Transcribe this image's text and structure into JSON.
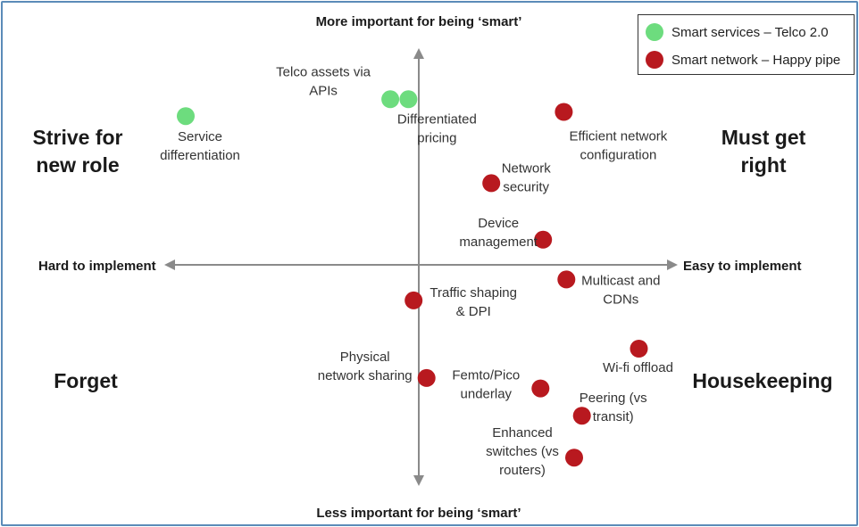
{
  "chart_data": {
    "type": "scatter",
    "axes": {
      "top": "More important for being ‘smart’",
      "bottom": "Less important for being ‘smart’",
      "left": "Hard to implement",
      "right": "Easy to implement"
    },
    "quadrants": {
      "top_left": [
        "Strive for",
        "new role"
      ],
      "top_right": [
        "Must get",
        "right"
      ],
      "bottom_left": [
        "Forget"
      ],
      "bottom_right": [
        "Housekeeping"
      ]
    },
    "legend_position": "top-right",
    "series": [
      {
        "name": "Smart services – Telco 2.0",
        "color": "#6ddc7e",
        "points": [
          {
            "label": [
              "Service",
              "differentiation"
            ],
            "x": -9.0,
            "y": 7.1
          },
          {
            "label": [
              "Telco assets via",
              "APIs"
            ],
            "x": -1.1,
            "y": 7.9
          },
          {
            "label": [
              "Differentiated",
              "pricing"
            ],
            "x": -0.4,
            "y": 7.9
          }
        ]
      },
      {
        "name": "Smart network – Happy pipe",
        "color": "#b8191f",
        "points": [
          {
            "label": [
              "Efficient network",
              "configuration"
            ],
            "x": 5.6,
            "y": 7.3
          },
          {
            "label": [
              "Network",
              "security"
            ],
            "x": 2.8,
            "y": 3.9
          },
          {
            "label": [
              "Device",
              "management"
            ],
            "x": 4.8,
            "y": 1.2
          },
          {
            "label": [
              "Multicast and",
              "CDNs"
            ],
            "x": 5.7,
            "y": -0.7
          },
          {
            "label": [
              "Traffic shaping",
              "& DPI"
            ],
            "x": -0.2,
            "y": -1.7
          },
          {
            "label": [
              "Wi-fi offload"
            ],
            "x": 8.5,
            "y": -4.0
          },
          {
            "label": [
              "Physical",
              "network sharing"
            ],
            "x": 0.3,
            "y": -5.4
          },
          {
            "label": [
              "Femto/Pico",
              "underlay"
            ],
            "x": 4.7,
            "y": -5.9
          },
          {
            "label": [
              "Peering (vs",
              "transit)"
            ],
            "x": 6.3,
            "y": -7.2
          },
          {
            "label": [
              "Enhanced",
              "switches (vs",
              "routers)"
            ],
            "x": 6.0,
            "y": -9.2
          }
        ]
      }
    ]
  }
}
